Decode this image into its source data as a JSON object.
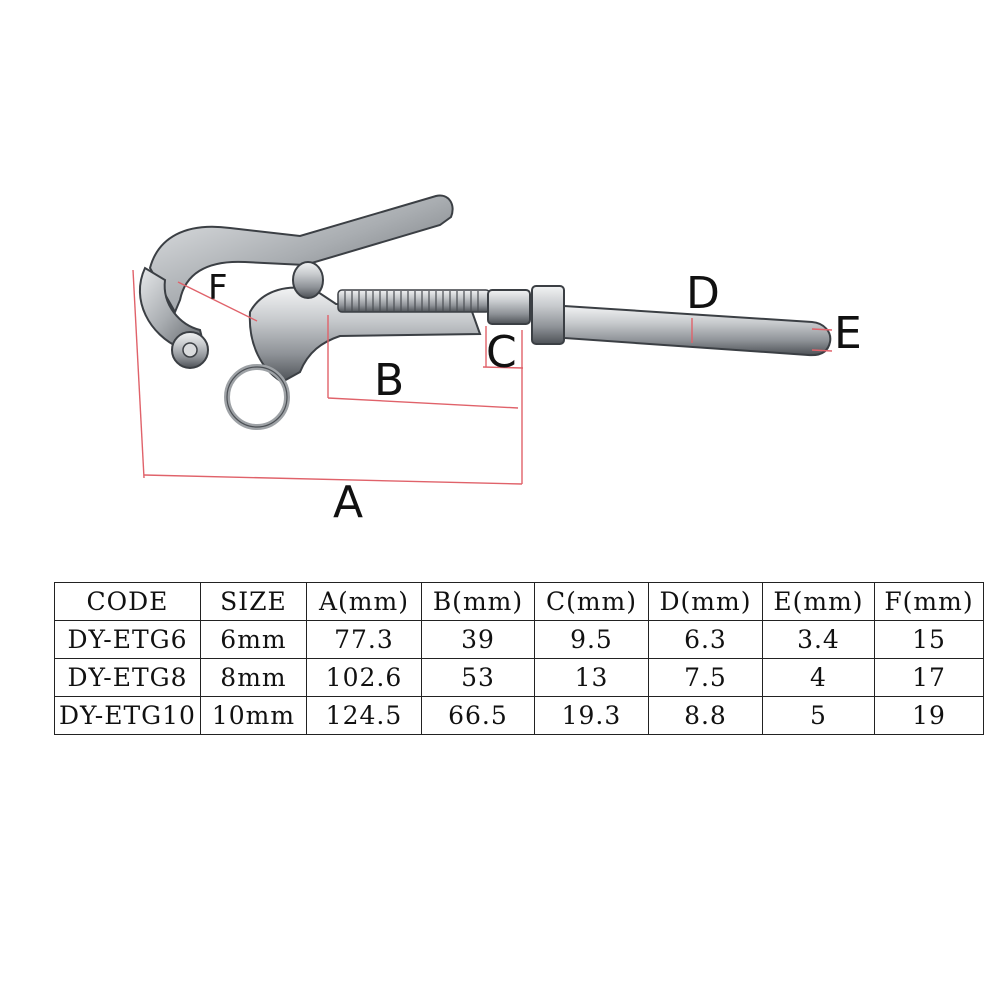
{
  "diagram": {
    "labels": {
      "A": "A",
      "B": "B",
      "C": "C",
      "D": "D",
      "E": "E",
      "F": "F"
    }
  },
  "table": {
    "headers": [
      "CODE",
      "SIZE",
      "A(mm)",
      "B(mm)",
      "C(mm)",
      "D(mm)",
      "E(mm)",
      "F(mm)"
    ],
    "rows": [
      [
        "DY-ETG6",
        "6mm",
        "77.3",
        "39",
        "9.5",
        "6.3",
        "3.4",
        "15"
      ],
      [
        "DY-ETG8",
        "8mm",
        "102.6",
        "53",
        "13",
        "7.5",
        "4",
        "17"
      ],
      [
        "DY-ETG10",
        "10mm",
        "124.5",
        "66.5",
        "19.3",
        "8.8",
        "5",
        "19"
      ]
    ]
  },
  "colors": {
    "dimension_line": "#e0626a",
    "steel": "#b9bcbf"
  }
}
